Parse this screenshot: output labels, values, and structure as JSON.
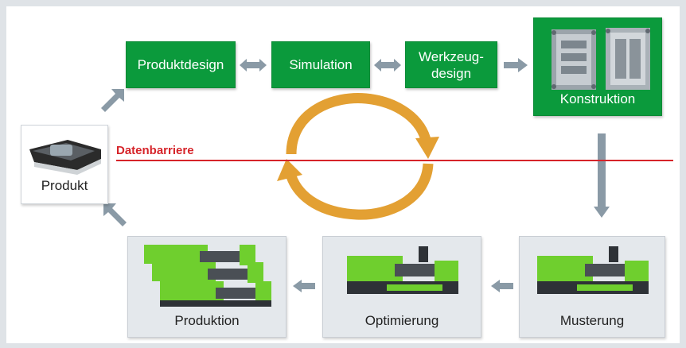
{
  "steps": {
    "produktdesign": "Produktdesign",
    "simulation": "Simulation",
    "werkzeugdesign": "Werkzeug-\ndesign",
    "konstruktion": "Konstruktion",
    "produkt": "Produkt",
    "produktion": "Produktion",
    "optimierung": "Optimierung",
    "musterung": "Musterung"
  },
  "barrier_label": "Datenbarriere",
  "colors": {
    "green": "#0b9a3c",
    "gray_box": "#e4e8ec",
    "arrow": "#8a9aa6",
    "barrier": "#d6242a",
    "cycle": "#e3a033",
    "machine_green": "#6fcf2e"
  },
  "icons": [
    "mold-image",
    "machine-image",
    "product-image"
  ]
}
